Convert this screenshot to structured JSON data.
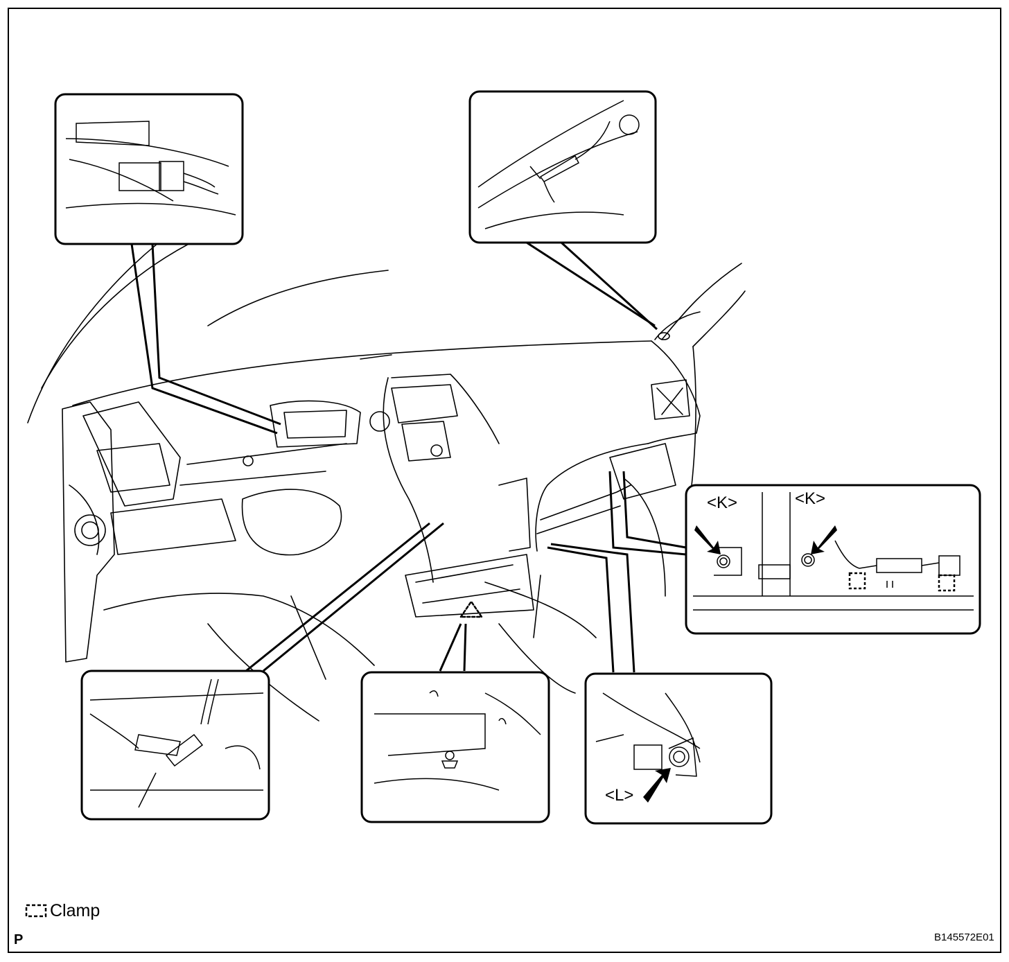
{
  "legend": {
    "label": "Clamp",
    "icon": "dashed-clamp-icon"
  },
  "callouts": {
    "k_left": "<K>",
    "k_right": "<K>",
    "l": "<L>"
  },
  "footer": {
    "page_letter": "P",
    "figure_id": "B145572E01"
  },
  "colors": {
    "line": "#000000",
    "background": "#ffffff"
  }
}
